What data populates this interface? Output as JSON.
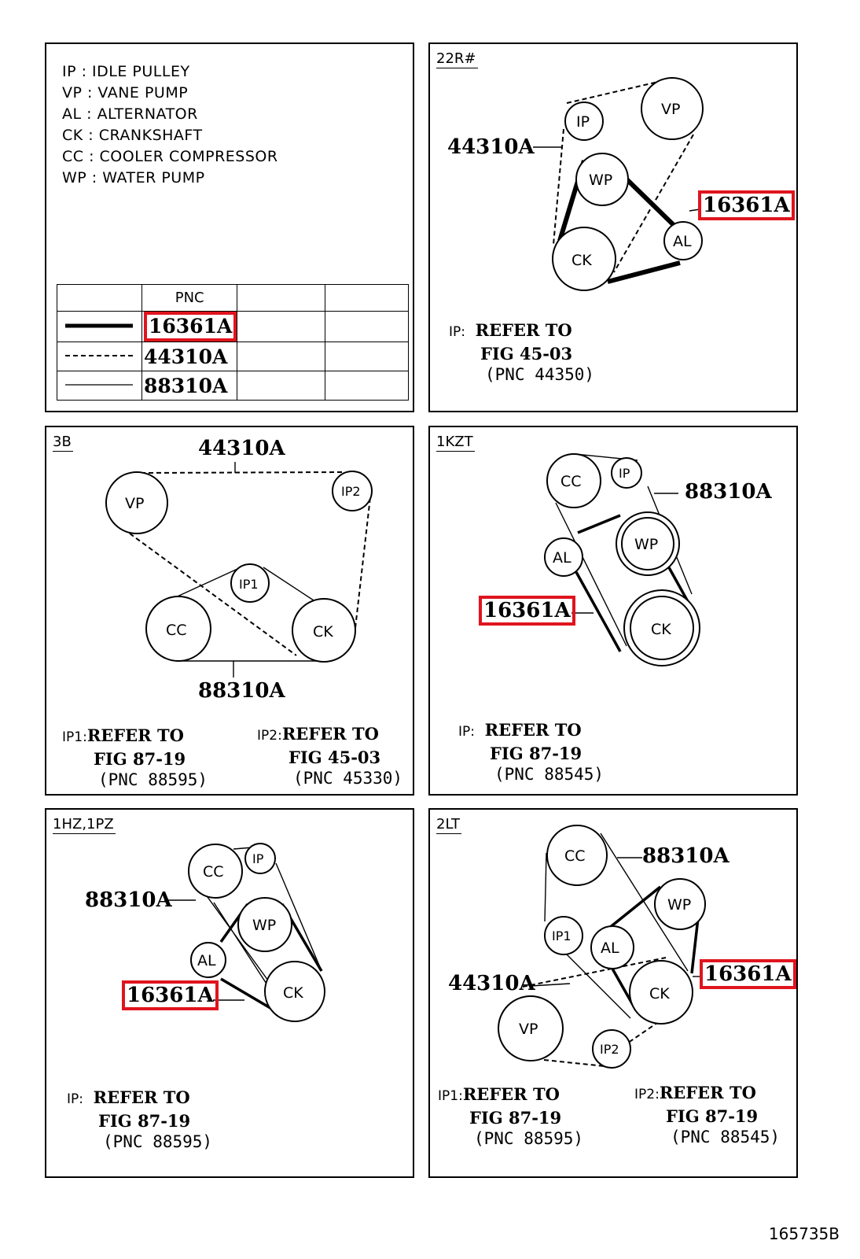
{
  "legend": {
    "ip": "IP : IDLE PULLEY",
    "vp": "VP : VANE PUMP",
    "al": "AL : ALTERNATOR",
    "ck": "CK : CRANKSHAFT",
    "cc": "CC : COOLER COMPRESSOR",
    "wp": "WP : WATER PUMP"
  },
  "pnc_table": {
    "header": "PNC",
    "rows": [
      {
        "line_style": "thick-solid",
        "code": "16361A"
      },
      {
        "line_style": "dashed",
        "code": "44310A"
      },
      {
        "line_style": "thin-solid",
        "code": "88310A"
      }
    ]
  },
  "highlight_color": "#e0141e",
  "panels": {
    "p22r": {
      "tag": "22R#",
      "labels": {
        "ip": "IP",
        "vp": "VP",
        "wp": "WP",
        "al": "AL",
        "ck": "CK"
      },
      "codes": {
        "a": "44310A",
        "b": "16361A"
      },
      "note": {
        "label": "IP:",
        "l1": "REFER TO",
        "l2": "FIG 45-03",
        "l3": "(PNC 44350)"
      }
    },
    "p3b": {
      "tag": "3B",
      "labels": {
        "vp": "VP",
        "ip2": "IP2",
        "ip1": "IP1",
        "cc": "CC",
        "ck": "CK"
      },
      "codes": {
        "a": "44310A",
        "b": "88310A"
      },
      "note1": {
        "label": "IP1:",
        "l1": "REFER TO",
        "l2": "FIG 87-19",
        "l3": "(PNC 88595)"
      },
      "note2": {
        "label": "IP2:",
        "l1": "REFER TO",
        "l2": "FIG 45-03",
        "l3": "(PNC 45330)"
      }
    },
    "p1kzt": {
      "tag": "1KZT",
      "labels": {
        "cc": "CC",
        "ip": "IP",
        "wp": "WP",
        "al": "AL",
        "ck": "CK"
      },
      "codes": {
        "a": "88310A",
        "b": "16361A"
      },
      "note": {
        "label": "IP:",
        "l1": "REFER TO",
        "l2": "FIG 87-19",
        "l3": "(PNC 88545)"
      }
    },
    "p1hz": {
      "tag": "1HZ,1PZ",
      "labels": {
        "cc": "CC",
        "ip": "IP",
        "wp": "WP",
        "al": "AL",
        "ck": "CK"
      },
      "codes": {
        "a": "88310A",
        "b": "16361A"
      },
      "note": {
        "label": "IP:",
        "l1": "REFER TO",
        "l2": "FIG 87-19",
        "l3": "(PNC 88595)"
      }
    },
    "p2lt": {
      "tag": "2LT",
      "labels": {
        "cc": "CC",
        "wp": "WP",
        "ip1": "IP1",
        "al": "AL",
        "ck": "CK",
        "vp": "VP",
        "ip2": "IP2"
      },
      "codes": {
        "a": "88310A",
        "b": "16361A",
        "c": "44310A"
      },
      "note1": {
        "label": "IP1:",
        "l1": "REFER TO",
        "l2": "FIG 87-19",
        "l3": "(PNC 88595)"
      },
      "note2": {
        "label": "IP2:",
        "l1": "REFER TO",
        "l2": "FIG 87-19",
        "l3": "(PNC 88545)"
      }
    }
  },
  "figure_id": "165735B"
}
